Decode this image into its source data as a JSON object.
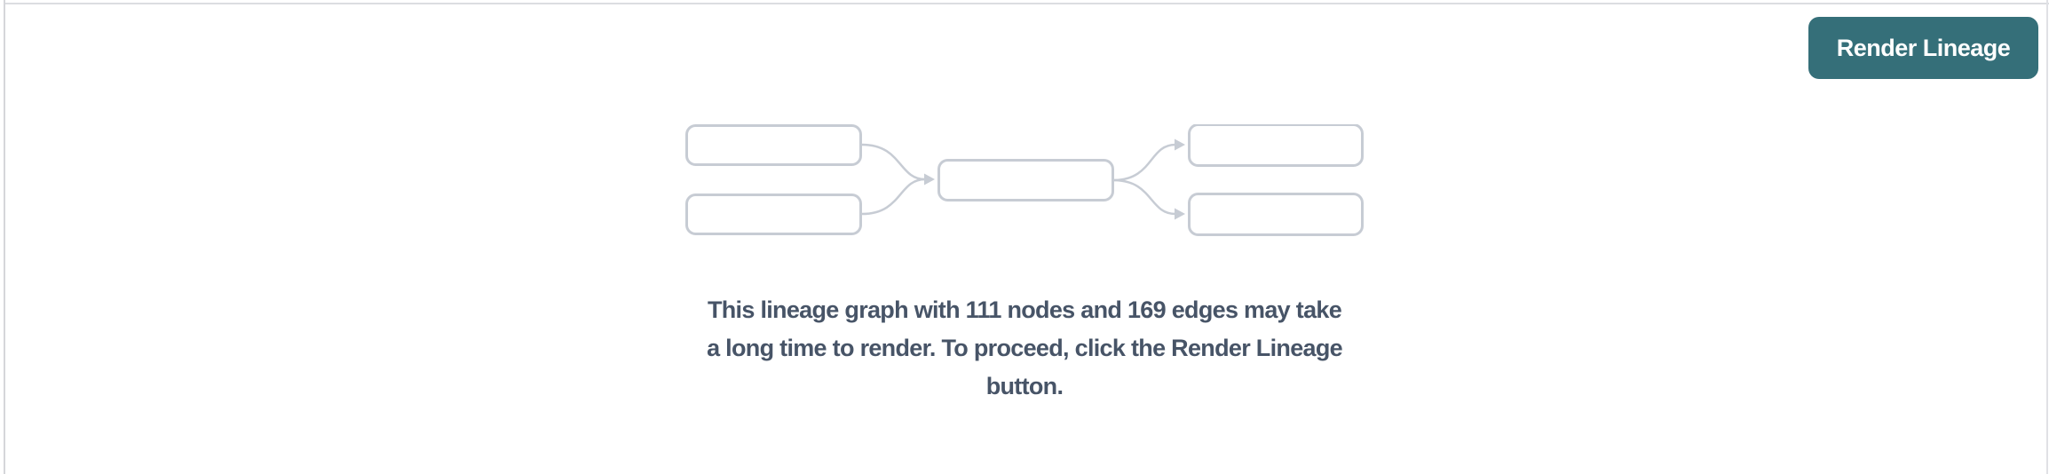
{
  "colors": {
    "canvas_bg": "#ffffff",
    "panel_border_top": "#dcdde1",
    "panel_border_left": "#d5d6da",
    "panel_border_right": "#e0e1e5",
    "button_bg": "#356f79",
    "button_text": "#ffffff",
    "node_stroke": "#c7ccd4",
    "message_text": "#475467"
  },
  "toolbar": {
    "render_button_label": "Render Lineage"
  },
  "placeholder": {
    "node_count": "111",
    "edge_count": "169",
    "message_lines": [
      "This lineage graph with 111 nodes and 169 edges may take",
      "a long time to render. To proceed, click the Render Lineage",
      "button."
    ]
  }
}
